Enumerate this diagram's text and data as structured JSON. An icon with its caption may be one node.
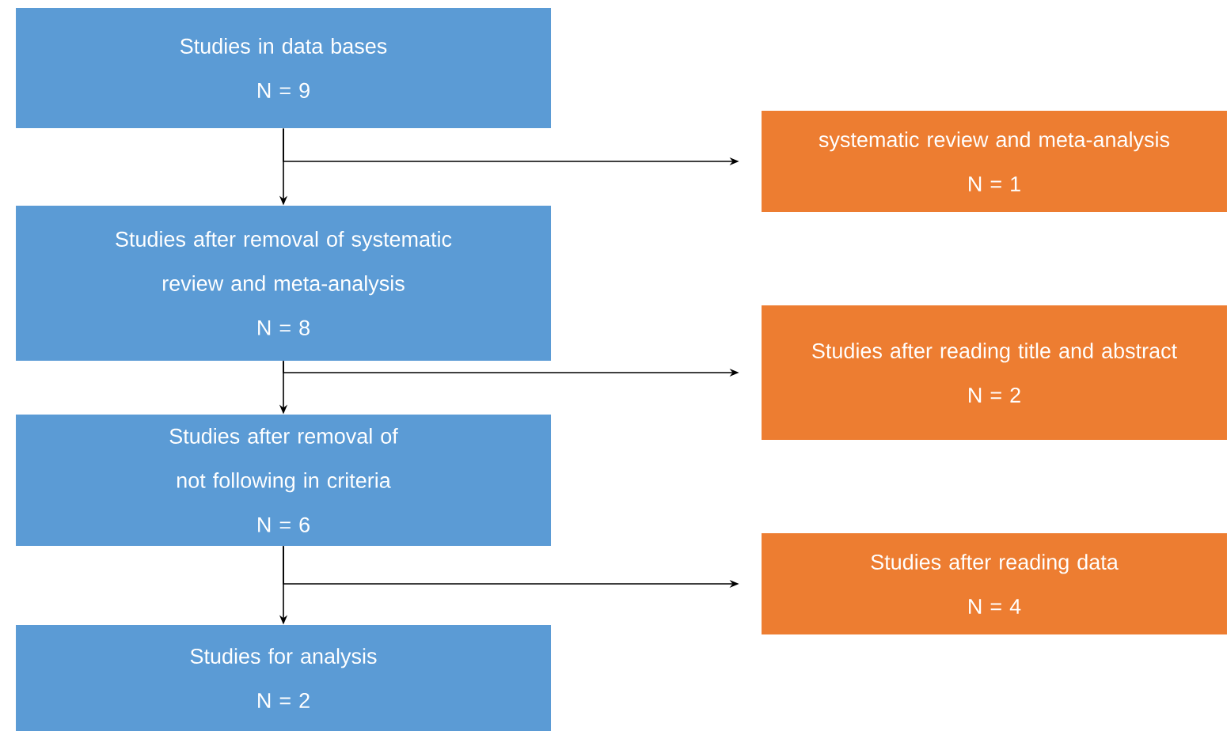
{
  "diagram": {
    "nodes": [
      {
        "text": [
          "Studies in data bases",
          "N = 9"
        ]
      },
      {
        "text": [
          "systematic review and meta-analysis",
          "N = 1"
        ]
      },
      {
        "text": [
          "Studies after removal of systematic review and meta-analysis",
          "N = 8"
        ]
      },
      {
        "text": [
          "Studies after reading title and abstract",
          "N = 2"
        ]
      },
      {
        "text": [
          "Studies after removal of not following in criteria",
          "N = 6"
        ]
      },
      {
        "text": [
          "Studies after reading data",
          "N = 4"
        ]
      },
      {
        "text": [
          "Studies for analysis",
          "N = 2"
        ]
      }
    ],
    "edges": [
      {
        "from": 0,
        "to": 2,
        "arrow": "to"
      },
      {
        "from": 0,
        "to": 1,
        "arrow": "to"
      },
      {
        "from": 2,
        "to": 4,
        "arrow": "to"
      },
      {
        "from": 2,
        "to": 3,
        "arrow": "to"
      },
      {
        "from": 4,
        "to": 6,
        "arrow": "to"
      },
      {
        "from": 4,
        "to": 5,
        "arrow": "to"
      }
    ]
  }
}
